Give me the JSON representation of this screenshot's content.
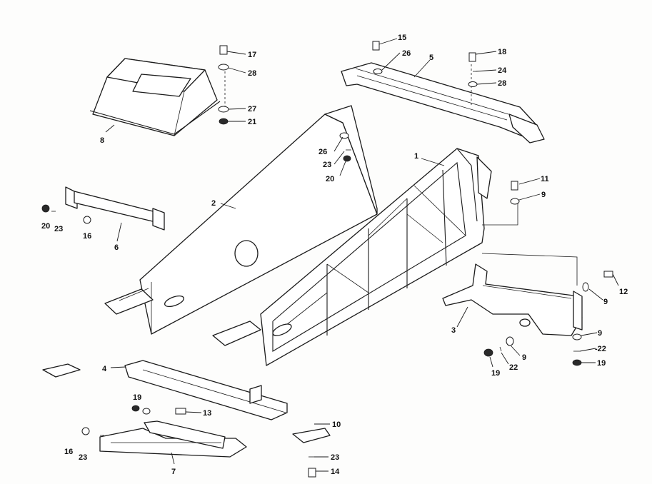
{
  "callouts": {
    "c1": "1",
    "c2": "2",
    "c3": "3",
    "c4": "4",
    "c5": "5",
    "c6": "6",
    "c7": "7",
    "c8": "8",
    "c9a": "9",
    "c9b": "9",
    "c9c": "9",
    "c9d": "9",
    "c10": "10",
    "c11": "11",
    "c12": "12",
    "c13": "13",
    "c14": "14",
    "c15": "15",
    "c16a": "16",
    "c16b": "16",
    "c17": "17",
    "c18": "18",
    "c19a": "19",
    "c19b": "19",
    "c19c": "19",
    "c20a": "20",
    "c20b": "20",
    "c21": "21",
    "c22a": "22",
    "c22b": "-22",
    "c23a": "23",
    "c23b": "23",
    "c23c": "23",
    "c23d": "23",
    "c24": "24",
    "c26a": "26",
    "c26b": "26",
    "c27": "27",
    "c28a": "28",
    "c28b": "28"
  }
}
